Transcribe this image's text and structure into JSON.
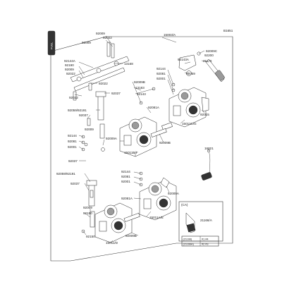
{
  "diagram": {
    "tab_label": "FUEL",
    "figure_code": "B1651",
    "variant_box": {
      "label": "(CA)",
      "part": "21166/A",
      "rows": [
        [
          "(21166)",
          "#1 #4"
        ],
        [
          "(21166A)",
          "#2 #3"
        ]
      ]
    },
    "labels": [
      "92009",
      "92022",
      "15003/A",
      "92144A",
      "92190",
      "92009",
      "13168",
      "92022",
      "92022",
      "92009",
      "92022",
      "92037",
      "92200",
      "92009C",
      "92143A",
      "21176",
      "92059",
      "92144",
      "92081",
      "92001",
      "92009B",
      "13183",
      "92143",
      "92081A",
      "92059/92191",
      "92037",
      "92015",
      "15011C/G",
      "92144",
      "92081",
      "92001",
      "92009A",
      "92009",
      "92009B",
      "15011B/F",
      "16021",
      "92037",
      "92059/92191",
      "92144",
      "92081",
      "92001",
      "92037",
      "92081A",
      "92009A",
      "92009",
      "15011A/E",
      "92150",
      "92009B",
      "92150",
      "15011/D"
    ]
  }
}
